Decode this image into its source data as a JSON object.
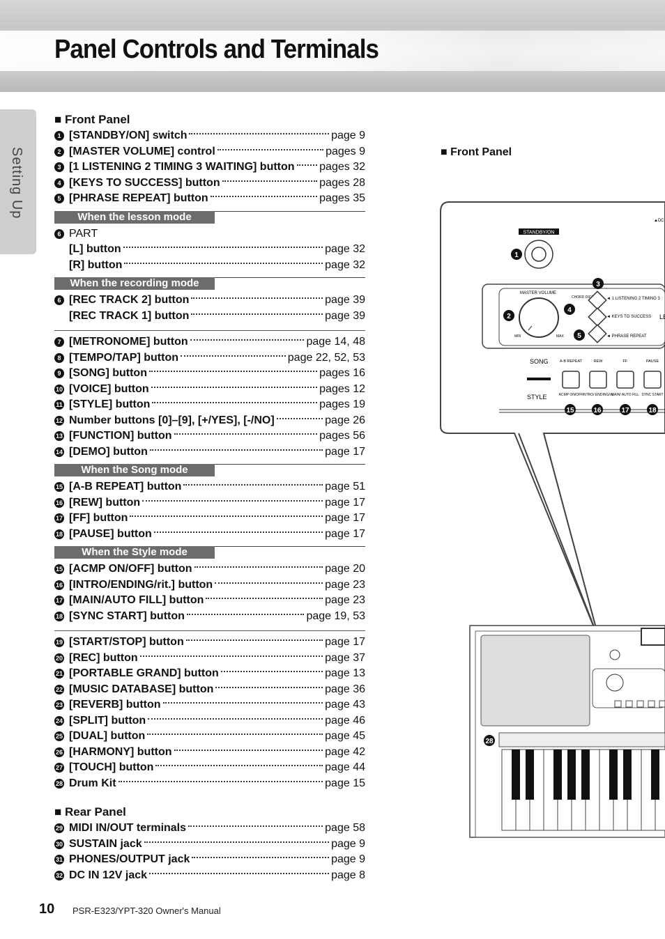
{
  "header": {
    "title": "Panel Controls and Terminals"
  },
  "side_tab": "Setting Up",
  "front_panel_title": "■ Front Panel",
  "rear_panel_title": "■ Rear Panel",
  "right_label": "■ Front Panel",
  "group1": [
    {
      "num": "1",
      "label": "[STANDBY/ON] switch",
      "page": "page 9"
    },
    {
      "num": "2",
      "label": "[MASTER VOLUME] control",
      "page": "pages 9"
    },
    {
      "num": "3",
      "label": "[1 LISTENING 2 TIMING 3 WAITING] button",
      "page": "pages 32"
    },
    {
      "num": "4",
      "label": "[KEYS TO SUCCESS] button",
      "page": "pages 28"
    },
    {
      "num": "5",
      "label": "[PHRASE REPEAT] button",
      "page": "pages 35"
    }
  ],
  "lesson_mode": {
    "tag": "When the lesson mode",
    "part_num": "6",
    "part_label": "PART",
    "items": [
      {
        "label": "[L] button",
        "page": "page 32"
      },
      {
        "label": "[R] button",
        "page": "page 32"
      }
    ]
  },
  "recording_mode": {
    "tag": "When the recording mode",
    "items": [
      {
        "num": "6",
        "label": "[REC TRACK 2] button",
        "page": "page 39"
      },
      {
        "num": "",
        "label": "[REC TRACK 1] button",
        "page": "page 39"
      }
    ]
  },
  "group2": [
    {
      "num": "7",
      "label": "[METRONOME] button",
      "page": "page 14, 48"
    },
    {
      "num": "8",
      "label": "[TEMPO/TAP] button",
      "page": "page 22, 52, 53"
    },
    {
      "num": "9",
      "label": "[SONG] button",
      "page": "pages 16"
    },
    {
      "num": "10",
      "label": "[VOICE] button",
      "page": "pages 12"
    },
    {
      "num": "11",
      "label": "[STYLE] button",
      "page": "pages 19"
    },
    {
      "num": "12",
      "label": "Number buttons [0]–[9], [+/YES], [-/NO]",
      "page": "page 26"
    },
    {
      "num": "13",
      "label": "[FUNCTION] button",
      "page": "pages 56"
    },
    {
      "num": "14",
      "label": "[DEMO] button",
      "page": "page 17"
    }
  ],
  "song_mode": {
    "tag": "When the Song mode",
    "items": [
      {
        "num": "15",
        "label": "[A-B REPEAT] button",
        "page": "page 51"
      },
      {
        "num": "16",
        "label": "[REW] button",
        "page": "page 17"
      },
      {
        "num": "17",
        "label": "[FF] button",
        "page": "page 17"
      },
      {
        "num": "18",
        "label": "[PAUSE] button",
        "page": "page 17"
      }
    ]
  },
  "style_mode": {
    "tag": "When the Style mode",
    "items": [
      {
        "num": "15",
        "label": "[ACMP ON/OFF] button",
        "page": "page 20"
      },
      {
        "num": "16",
        "label": "[INTRO/ENDING/rit.] button",
        "page": "page 23"
      },
      {
        "num": "17",
        "label": "[MAIN/AUTO FILL] button",
        "page": "page 23"
      },
      {
        "num": "18",
        "label": "[SYNC START] button",
        "page": "page 19, 53"
      }
    ]
  },
  "group3": [
    {
      "num": "19",
      "label": "[START/STOP] button",
      "page": "page 17"
    },
    {
      "num": "20",
      "label": "[REC] button",
      "page": "page 37"
    },
    {
      "num": "21",
      "label": "[PORTABLE GRAND] button",
      "page": "page 13"
    },
    {
      "num": "22",
      "label": "[MUSIC DATABASE] button",
      "page": "page 36"
    },
    {
      "num": "23",
      "label": "[REVERB] button",
      "page": "page 43"
    },
    {
      "num": "24",
      "label": "[SPLIT] button",
      "page": "page 46"
    },
    {
      "num": "25",
      "label": "[DUAL] button",
      "page": "page 45"
    },
    {
      "num": "26",
      "label": "[HARMONY] button",
      "page": "page 42"
    },
    {
      "num": "27",
      "label": "[TOUCH] button",
      "page": "page 44"
    },
    {
      "num": "28",
      "label": "Drum Kit",
      "page": "page 15"
    }
  ],
  "rear": [
    {
      "num": "29",
      "label": "MIDI IN/OUT terminals",
      "page": "page 58"
    },
    {
      "num": "30",
      "label": "SUSTAIN jack",
      "page": "page 9"
    },
    {
      "num": "31",
      "label": "PHONES/OUTPUT jack",
      "page": "page 9"
    },
    {
      "num": "32",
      "label": "DC IN 12V jack",
      "page": "page 8"
    }
  ],
  "diagram": {
    "standby_label": "STANDBY/ON",
    "dc_label": "▲DC",
    "master_volume": "MASTER VOLUME",
    "min": "MIN",
    "max": "MAX",
    "chord_dict": "CHORD DICT.",
    "listening": "◄ 1 LISTENING  2 TIMING  3",
    "keys": "◄ KEYS TO SUCCESS",
    "phrase": "◄ PHRASE REPEAT",
    "lk": "LE",
    "song": "SONG",
    "style": "STYLE",
    "ab": "A-B REPEAT",
    "rew": "REW",
    "ff": "FF",
    "pause": "PAUSE",
    "acmp": "ACMP ON/OFF",
    "intro": "INTRO/ ENDING/rit.",
    "main": "MAIN/ AUTO FILL",
    "sync": "SYNC START",
    "callouts": [
      "1",
      "2",
      "3",
      "4",
      "5",
      "15",
      "16",
      "17",
      "18",
      "28"
    ]
  },
  "footer": {
    "page_num": "10",
    "manual": "PSR-E323/YPT-320   Owner's Manual"
  }
}
